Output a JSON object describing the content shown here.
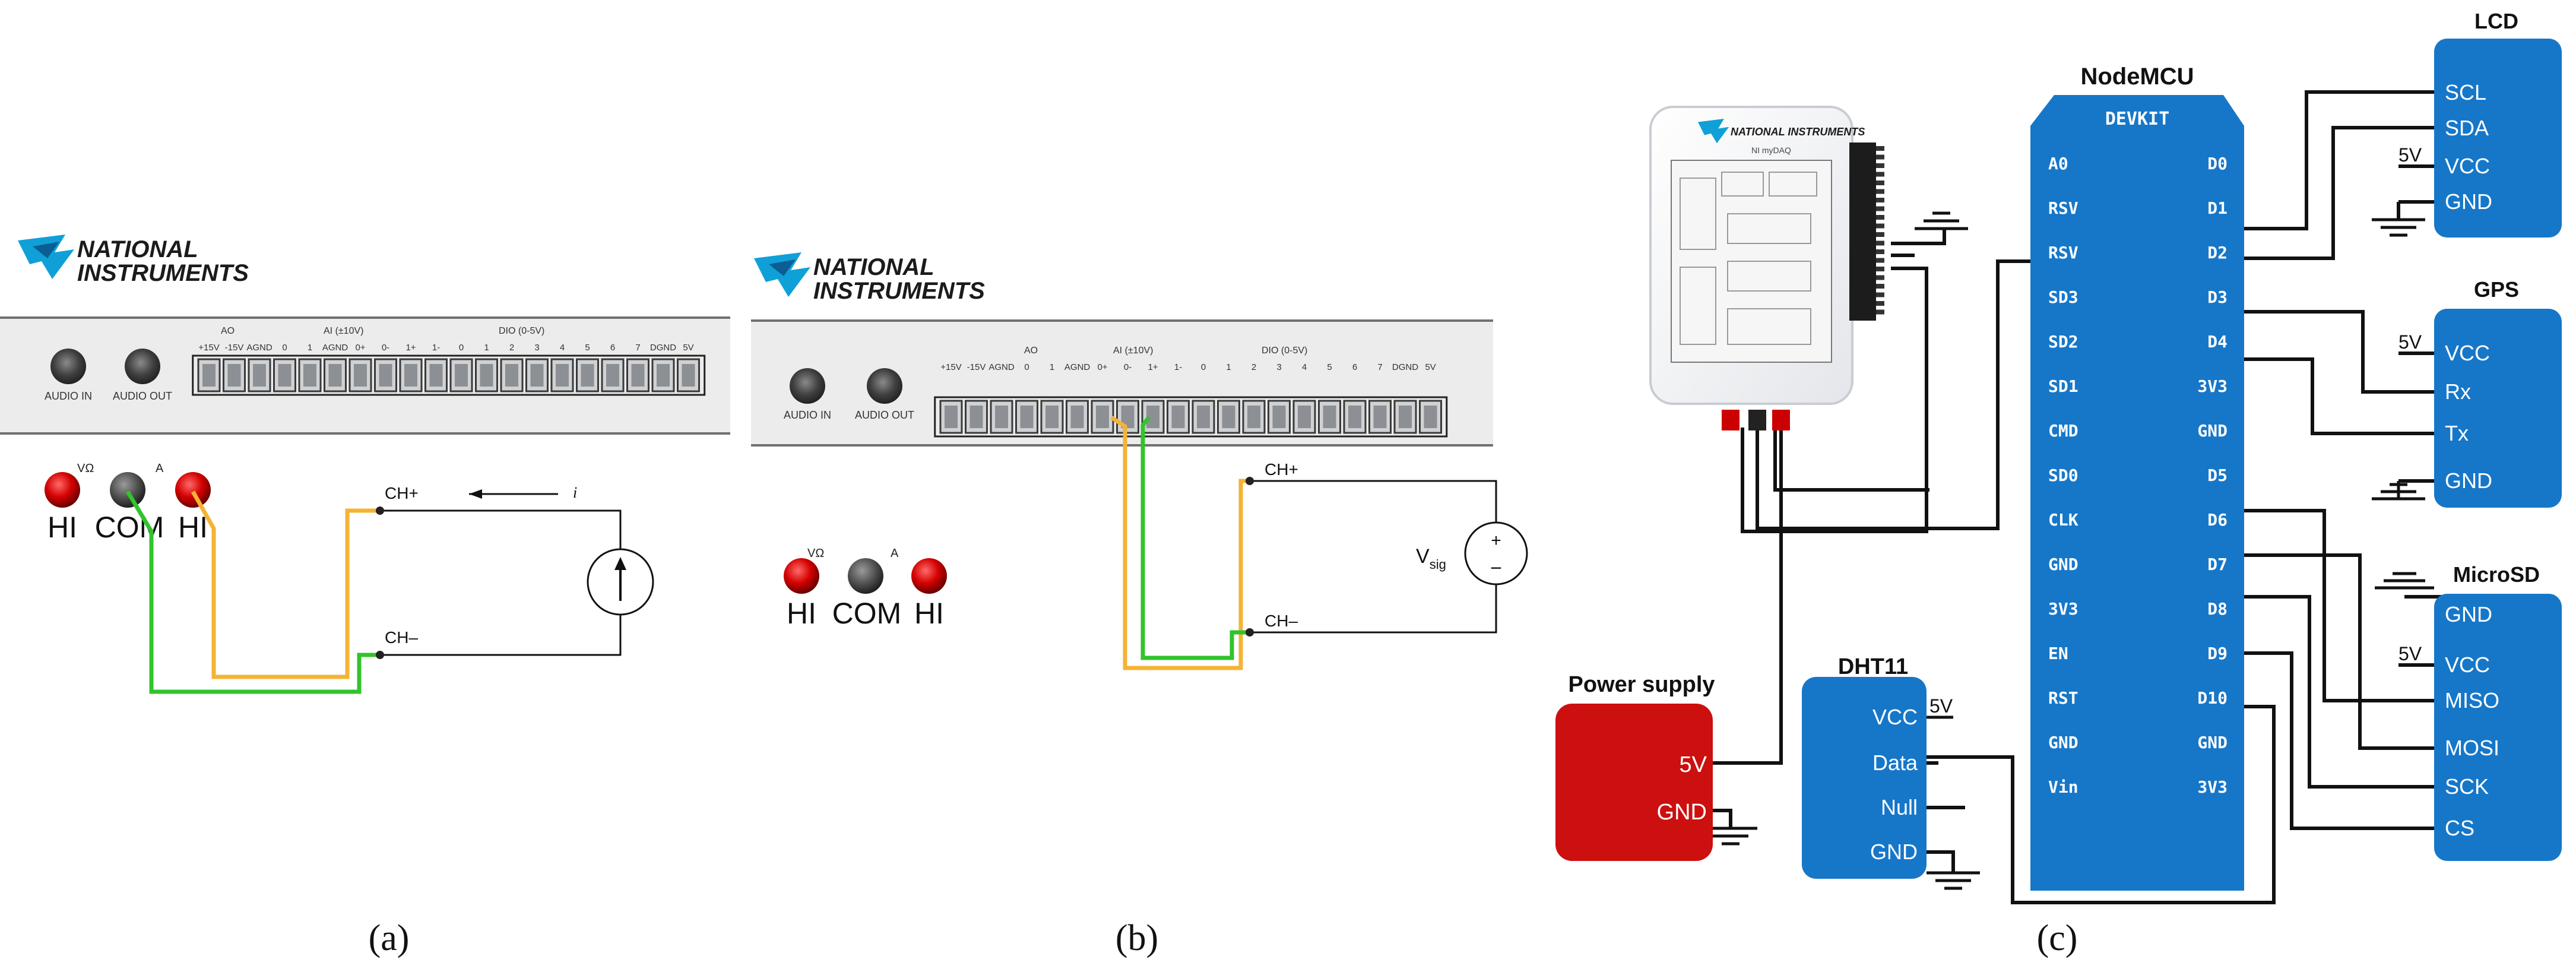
{
  "panel_a": {
    "caption": "(a)",
    "logo": {
      "line1": "NATIONAL",
      "line2": "INSTRUMENTS"
    },
    "audio_in": "AUDIO IN",
    "audio_out": "AUDIO OUT",
    "header": {
      "ao": "AO",
      "ai": "AI (±10V)",
      "dio": "DIO (0-5V)"
    },
    "pins": [
      "+15V",
      "-15V",
      "AGND",
      "0",
      "1",
      "AGND",
      "0+",
      "0-",
      "1+",
      "1-",
      "0",
      "1",
      "2",
      "3",
      "4",
      "5",
      "6",
      "7",
      "DGND",
      "5V"
    ],
    "dmm": {
      "hi": "HI",
      "com": "COM",
      "symbol": "VΩ",
      "amp": "A"
    },
    "ch_plus": "CH+",
    "ch_minus": "CH–",
    "current": "i"
  },
  "panel_b": {
    "caption": "(b)",
    "logo": {
      "line1": "NATIONAL",
      "line2": "INSTRUMENTS"
    },
    "audio_in": "AUDIO IN",
    "audio_out": "AUDIO OUT",
    "header": {
      "ao": "AO",
      "ai": "AI (±10V)",
      "dio": "DIO (0-5V)"
    },
    "pins": [
      "+15V",
      "-15V",
      "AGND",
      "0",
      "1",
      "AGND",
      "0+",
      "0-",
      "1+",
      "1-",
      "0",
      "1",
      "2",
      "3",
      "4",
      "5",
      "6",
      "7",
      "DGND",
      "5V"
    ],
    "dmm": {
      "hi": "HI",
      "com": "COM",
      "symbol": "VΩ",
      "amp": "A"
    },
    "ch_plus": "CH+",
    "ch_minus": "CH–",
    "vsig": "V",
    "vsig_sub": "sig",
    "plus": "+",
    "minus": "−"
  },
  "panel_c": {
    "caption": "(c)",
    "mydaq": {
      "brand": "NATIONAL INSTRUMENTS",
      "model": "NI myDAQ"
    },
    "nodemcu": {
      "title": "NodeMCU",
      "devkit": "DEVKIT",
      "left_pins": [
        "A0",
        "RSV",
        "RSV",
        "SD3",
        "SD2",
        "SD1",
        "CMD",
        "SD0",
        "CLK",
        "GND",
        "3V3",
        "EN",
        "RST",
        "GND",
        "Vin"
      ],
      "right_pins": [
        "D0",
        "D1",
        "D2",
        "D3",
        "D4",
        "3V3",
        "GND",
        "D5",
        "D6",
        "D7",
        "D8",
        "D9",
        "D10",
        "GND",
        "3V3"
      ]
    },
    "lcd": {
      "title": "LCD",
      "pins": [
        "SCL",
        "SDA",
        "VCC",
        "GND"
      ],
      "vcc_label": "5V"
    },
    "gps": {
      "title": "GPS",
      "pins": [
        "VCC",
        "Rx",
        "Tx",
        "GND"
      ],
      "vcc_label": "5V"
    },
    "microsd": {
      "title": "MicroSD",
      "pins": [
        "GND",
        "VCC",
        "MISO",
        "MOSI",
        "SCK",
        "CS"
      ],
      "vcc_label": "5V"
    },
    "dht11": {
      "title": "DHT11",
      "pins": [
        "VCC",
        "Data",
        "Null",
        "GND"
      ],
      "vcc_label": "5V"
    },
    "power": {
      "title": "Power supply",
      "pins": [
        "5V",
        "GND"
      ]
    }
  },
  "colors": {
    "wire_orange": "#f5b335",
    "wire_green": "#31c42c",
    "module_blue": "#1677c9",
    "power_red": "#cc0f0f",
    "probe_red": "#d40000",
    "probe_grey": "#555555"
  }
}
